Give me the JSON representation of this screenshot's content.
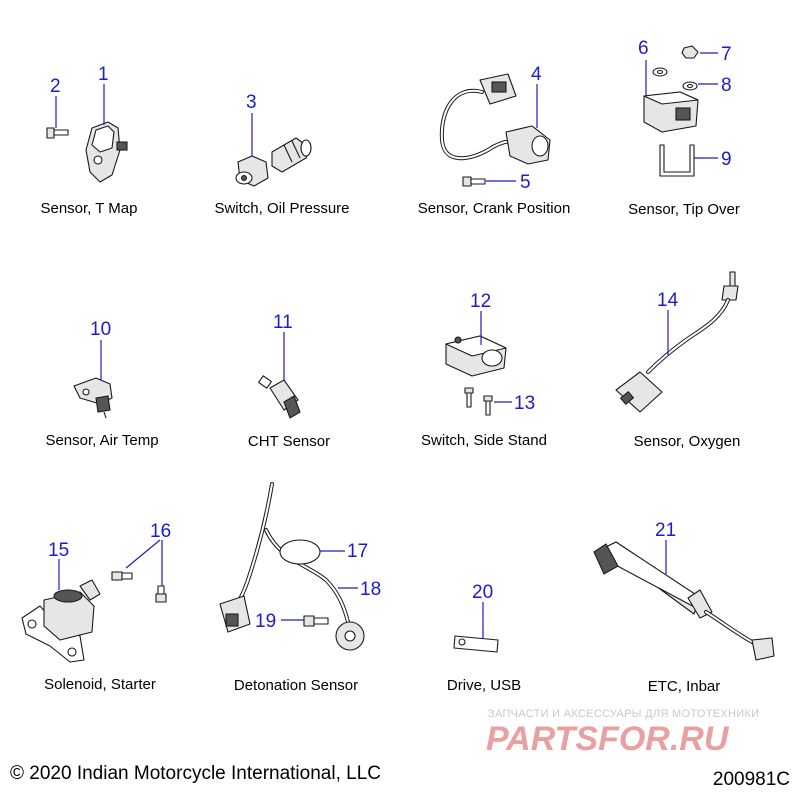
{
  "parts": [
    {
      "label": "Sensor, T Map",
      "callouts": [
        "1",
        "2"
      ]
    },
    {
      "label": "Switch, Oil Pressure",
      "callouts": [
        "3"
      ]
    },
    {
      "label": "Sensor, Crank Position",
      "callouts": [
        "4",
        "5"
      ]
    },
    {
      "label": "Sensor, Tip Over",
      "callouts": [
        "6",
        "7",
        "8",
        "9"
      ]
    },
    {
      "label": "Sensor, Air Temp",
      "callouts": [
        "10"
      ]
    },
    {
      "label": "CHT Sensor",
      "callouts": [
        "11"
      ]
    },
    {
      "label": "Switch, Side Stand",
      "callouts": [
        "12",
        "13"
      ]
    },
    {
      "label": "Sensor, Oxygen",
      "callouts": [
        "14"
      ]
    },
    {
      "label": "Solenoid, Starter",
      "callouts": [
        "15",
        "16"
      ]
    },
    {
      "label": "Detonation Sensor",
      "callouts": [
        "17",
        "18",
        "19"
      ]
    },
    {
      "label": "Drive, USB",
      "callouts": [
        "20"
      ]
    },
    {
      "label": "ETC, Inbar",
      "callouts": [
        "21"
      ]
    }
  ],
  "footer": {
    "copyright": "© 2020 Indian Motorcycle International, LLC",
    "figure_number": "200981C"
  },
  "watermark": {
    "tagline": "ЗАПЧАСТИ И АКСЕССУАРЫ ДЛЯ МОТОТЕХНИКИ",
    "brand": "PARTSFOR.RU",
    "colors": {
      "brand": "#e8a0a0",
      "tagline": "#c9c9c9"
    }
  },
  "colors": {
    "callout": "#1c1cc8",
    "text": "#000000",
    "background": "#ffffff"
  }
}
